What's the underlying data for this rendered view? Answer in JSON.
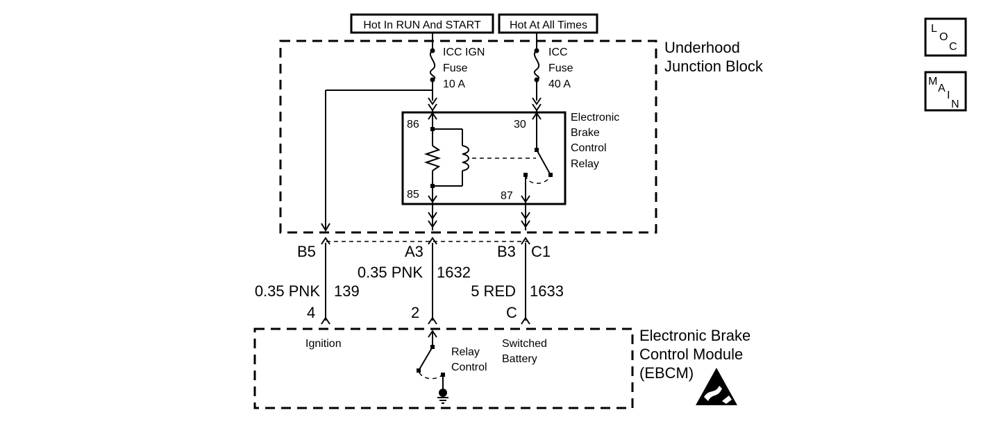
{
  "power_labels": {
    "run_start": "Hot In RUN And START",
    "all_times": "Hot At All Times"
  },
  "nav_buttons": {
    "loc": [
      "L",
      "O",
      "C"
    ],
    "main": [
      "M",
      "A",
      "I",
      "N"
    ]
  },
  "junction_block": {
    "title_line1": "Underhood",
    "title_line2": "Junction Block"
  },
  "fuses": {
    "icc_ign": {
      "line1": "ICC IGN",
      "line2": "Fuse",
      "line3": "10 A"
    },
    "icc": {
      "line1": "ICC",
      "line2": "Fuse",
      "line3": "40 A"
    }
  },
  "relay": {
    "label_line1": "Electronic",
    "label_line2": "Brake",
    "label_line3": "Control",
    "label_line4": "Relay",
    "pin_86": "86",
    "pin_85": "85",
    "pin_30": "30",
    "pin_87": "87"
  },
  "connectors": {
    "b5": "B5",
    "a3": "A3",
    "b3": "B3",
    "c1": "C1"
  },
  "wires": {
    "w139": {
      "gauge_color": "0.35 PNK",
      "circuit": "139"
    },
    "w1632": {
      "gauge_color": "0.35 PNK",
      "circuit": "1632"
    },
    "w1633": {
      "gauge_color": "5 RED",
      "circuit": "1633"
    }
  },
  "module_pins": {
    "p4": "4",
    "p2": "2",
    "pc": "C"
  },
  "module": {
    "title_line1": "Electronic Brake",
    "title_line2": "Control Module",
    "title_line3": "(EBCM)",
    "ignition": "Ignition",
    "relay_control_line1": "Relay",
    "relay_control_line2": "Control",
    "switched_battery_line1": "Switched",
    "switched_battery_line2": "Battery"
  }
}
